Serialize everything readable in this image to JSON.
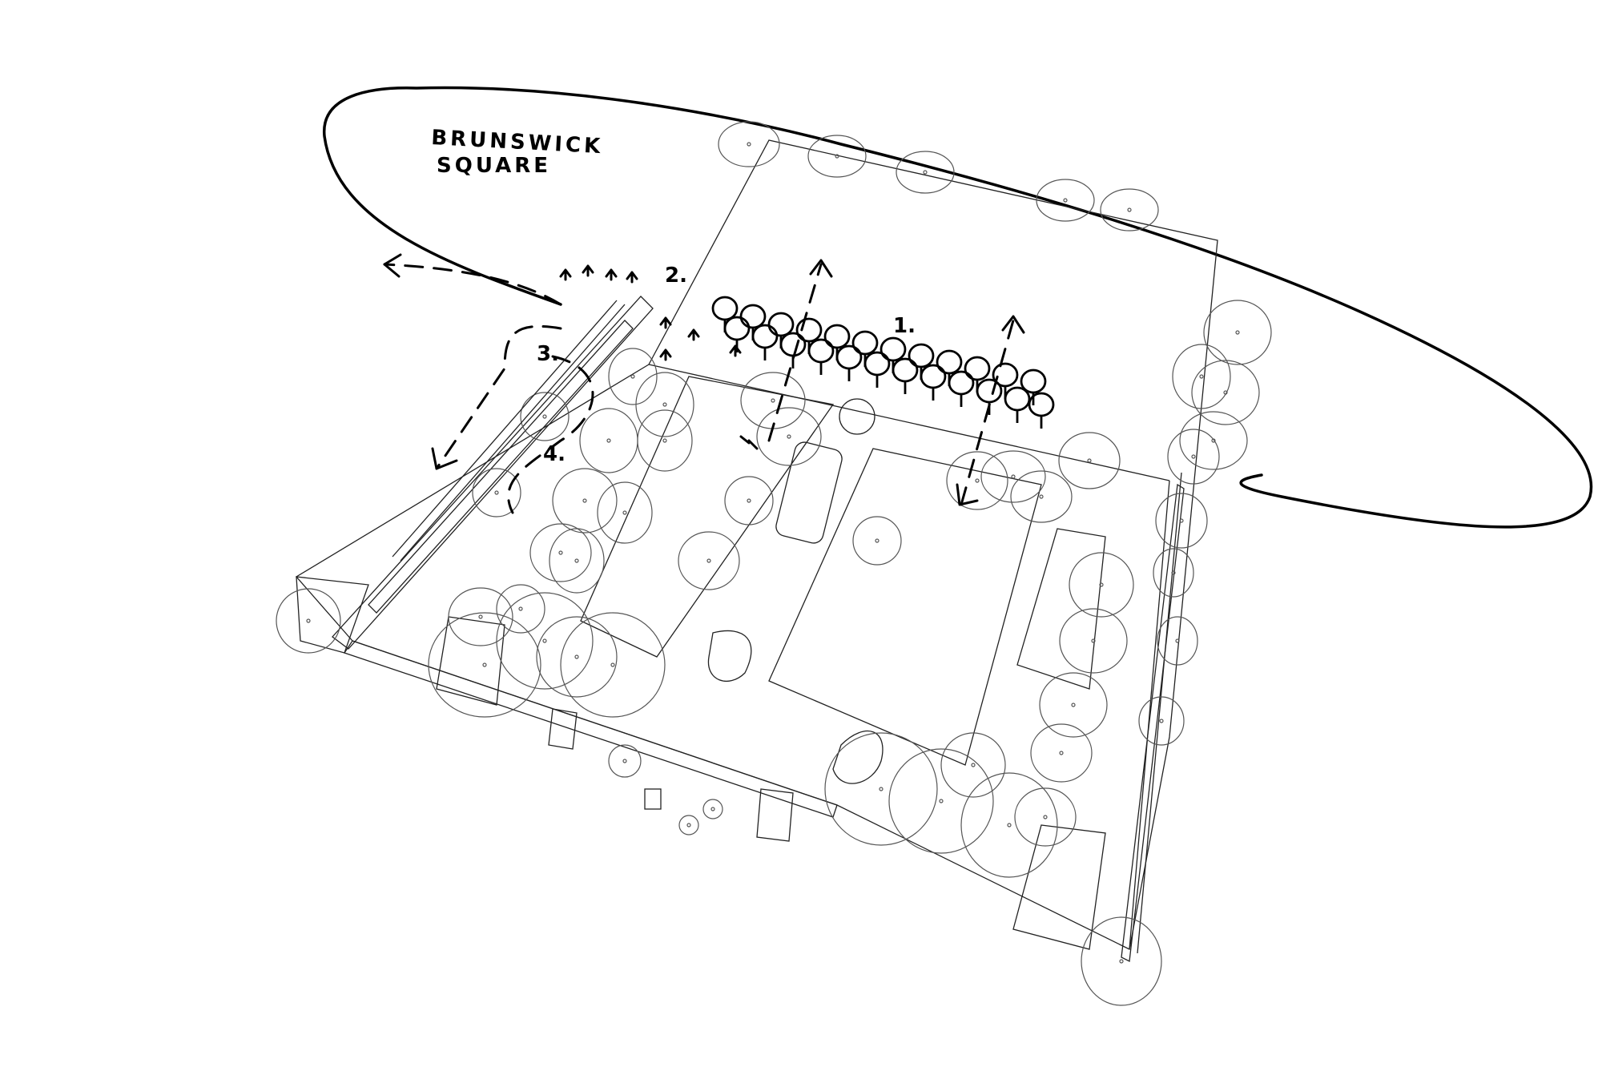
{
  "labels": {
    "site_name_line1": "BRUNSWICK",
    "site_name_line2": "SQUARE",
    "markers": [
      "1.",
      "2.",
      "3.",
      "4."
    ]
  }
}
